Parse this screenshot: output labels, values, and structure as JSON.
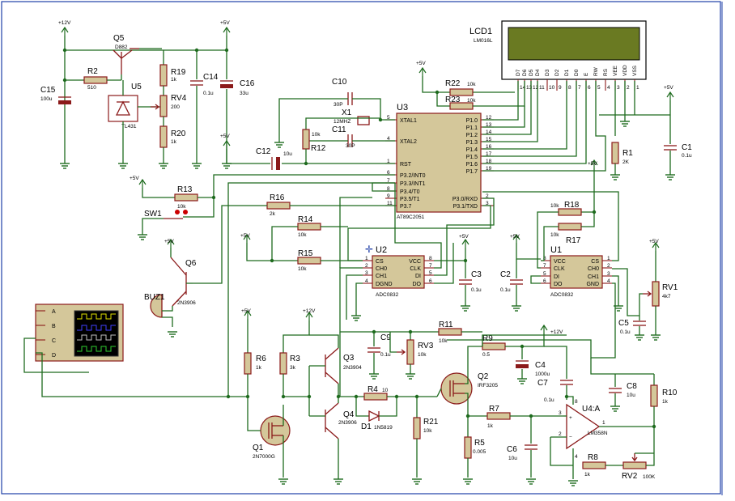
{
  "rails": {
    "p12_a": "+12V",
    "p5_a": "+5V",
    "p5_b": "+5V",
    "p5_c": "+5V",
    "p5_d": "+5V",
    "p5_e": "+5V",
    "p5_f": "+5V",
    "p5_g": "+5V",
    "p5_h": "+5V",
    "p5_i": "+5V",
    "p5_j": "+5V",
    "p5_k": "+5V",
    "p12_b": "+12V",
    "p12_c": "+12V"
  },
  "lcd": {
    "ref": "LCD1",
    "part": "LM016L",
    "pins": [
      "D7",
      "D6",
      "D5",
      "D4",
      "D3",
      "D2",
      "D1",
      "D0",
      "E",
      "RW",
      "RS",
      "VEE",
      "VDD",
      "VSS"
    ],
    "numbers": [
      "14",
      "13",
      "12",
      "11",
      "10",
      "9",
      "8",
      "7",
      "6",
      "5",
      "4",
      "3",
      "2",
      "1"
    ]
  },
  "mcu": {
    "ref": "U3",
    "part": "AT89C2051",
    "left": [
      "XTAL1",
      "XTAL2",
      "RST",
      "P3.2/INT0",
      "P3.3/INT1",
      "P3.4/T0",
      "P3.5/T1",
      "P3.7"
    ],
    "left_nums": [
      "5",
      "4",
      "1",
      "6",
      "7",
      "8",
      "9",
      "11"
    ],
    "right": [
      "P1.0",
      "P1.1",
      "P1.2",
      "P1.3",
      "P1.4",
      "P1.5",
      "P1.6",
      "P1.7",
      "P3.0/RXD",
      "P3.1/TXD"
    ],
    "right_nums": [
      "12",
      "13",
      "14",
      "15",
      "16",
      "17",
      "18",
      "19",
      "2",
      "3"
    ]
  },
  "adc_u2": {
    "ref": "U2",
    "part": "ADC0832",
    "left": [
      "CS",
      "CH0",
      "CH1",
      "DGND"
    ],
    "left_nums": [
      "1",
      "2",
      "3",
      "4"
    ],
    "right": [
      "VCC",
      "CLK",
      "DI",
      "DO"
    ],
    "right_nums": [
      "8",
      "7",
      "5",
      "6"
    ]
  },
  "adc_u1": {
    "ref": "U1",
    "part": "ADC0832",
    "left": [
      "VCC",
      "CLK",
      "DI",
      "DO"
    ],
    "left_nums": [
      "8",
      "7",
      "5",
      "6"
    ],
    "right": [
      "CS",
      "CH0",
      "CH1",
      "GND"
    ],
    "right_nums": [
      "1",
      "2",
      "3",
      "4"
    ]
  },
  "opamp": {
    "ref": "U4:A",
    "part": "LM358N",
    "pins": [
      "3",
      "2",
      "1",
      "8",
      "4"
    ]
  },
  "scope": {
    "channels": [
      "A",
      "B",
      "C",
      "D"
    ]
  },
  "components": {
    "q5": [
      "Q5",
      "D882"
    ],
    "r2": [
      "R2",
      "510"
    ],
    "u5": [
      "U5",
      "TL431"
    ],
    "r19": [
      "R19",
      "1k"
    ],
    "rv4": [
      "RV4",
      "200"
    ],
    "r20": [
      "R20",
      "1k"
    ],
    "c14": [
      "C14",
      "0.1u"
    ],
    "c16": [
      "C16",
      "33u"
    ],
    "c15": [
      "C15",
      "100u"
    ],
    "c10": [
      "C10",
      "30P"
    ],
    "x1": [
      "X1",
      "12MHZ"
    ],
    "c11": [
      "C11",
      "30P"
    ],
    "r12": [
      "R12",
      "10k"
    ],
    "c12": [
      "C12",
      "10u"
    ],
    "r22": [
      "R22",
      "10k"
    ],
    "r23": [
      "R23",
      "10k"
    ],
    "r13": [
      "R13",
      "10k"
    ],
    "sw1": [
      "SW1"
    ],
    "r16": [
      "R16",
      "2k"
    ],
    "r14": [
      "R14",
      "10k"
    ],
    "r15": [
      "R15",
      "10k"
    ],
    "q6": [
      "Q6",
      "2N3906"
    ],
    "buz1": [
      "BUZ1"
    ],
    "c3": [
      "C3",
      "0.1u"
    ],
    "c2": [
      "C2",
      "0.1u"
    ],
    "r18": [
      "R18",
      "10k"
    ],
    "r17": [
      "R17",
      "10k"
    ],
    "r1": [
      "R1",
      "2K"
    ],
    "c1": [
      "C1",
      "0.1u"
    ],
    "rv1": [
      "RV1",
      "4k7"
    ],
    "c5": [
      "C5",
      "0.1u"
    ],
    "r6": [
      "R6",
      "1k"
    ],
    "r3": [
      "R3",
      "3k"
    ],
    "q3": [
      "Q3",
      "2N3904"
    ],
    "q4": [
      "Q4",
      "2N3906"
    ],
    "q1": [
      "Q1",
      "2N7000G"
    ],
    "r4": [
      "R4",
      "10"
    ],
    "d1": [
      "D1",
      "1N5819"
    ],
    "c9": [
      "C9",
      "0.1u"
    ],
    "rv3": [
      "RV3",
      "10k"
    ],
    "r11": [
      "R11",
      "10k"
    ],
    "r9": [
      "R9",
      "0.5"
    ],
    "c4": [
      "C4",
      "1000u"
    ],
    "c7": [
      "C7",
      "0.1u"
    ],
    "q2": [
      "Q2",
      "IRF3205"
    ],
    "r21": [
      "R21",
      "10k"
    ],
    "r7": [
      "R7",
      "1k"
    ],
    "r5": [
      "R5",
      "0.005"
    ],
    "c6": [
      "C6",
      "10u"
    ],
    "r8": [
      "R8",
      "1k"
    ],
    "rv2": [
      "RV2",
      "100K"
    ],
    "c8": [
      "C8",
      "10u"
    ],
    "r10": [
      "R10",
      "1k"
    ]
  },
  "colors": {
    "wire": "#1e6b1e",
    "component": "#8b1a1a",
    "body": "#d4c79a",
    "lcd_screen": "#6a7a22"
  }
}
